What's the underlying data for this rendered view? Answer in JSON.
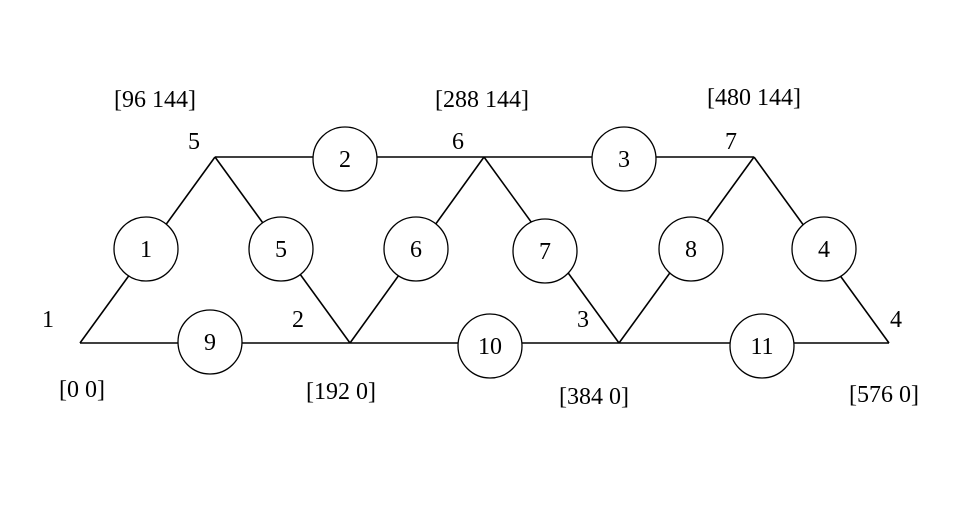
{
  "nodes": [
    {
      "id": "1",
      "coord": "[0 0]"
    },
    {
      "id": "2",
      "coord": "[192 0]"
    },
    {
      "id": "3",
      "coord": "[384 0]"
    },
    {
      "id": "4",
      "coord": "[576 0]"
    },
    {
      "id": "5",
      "coord": "[96 144]"
    },
    {
      "id": "6",
      "coord": "[288 144]"
    },
    {
      "id": "7",
      "coord": "[480 144]"
    }
  ],
  "elements": [
    {
      "id": "1",
      "from": "1",
      "to": "5"
    },
    {
      "id": "2",
      "from": "5",
      "to": "6"
    },
    {
      "id": "3",
      "from": "6",
      "to": "7"
    },
    {
      "id": "4",
      "from": "7",
      "to": "4"
    },
    {
      "id": "5",
      "from": "5",
      "to": "2"
    },
    {
      "id": "6",
      "from": "2",
      "to": "6"
    },
    {
      "id": "7",
      "from": "6",
      "to": "3"
    },
    {
      "id": "8",
      "from": "3",
      "to": "7"
    },
    {
      "id": "9",
      "from": "1",
      "to": "2"
    },
    {
      "id": "10",
      "from": "2",
      "to": "3"
    },
    {
      "id": "11",
      "from": "3",
      "to": "4"
    }
  ]
}
